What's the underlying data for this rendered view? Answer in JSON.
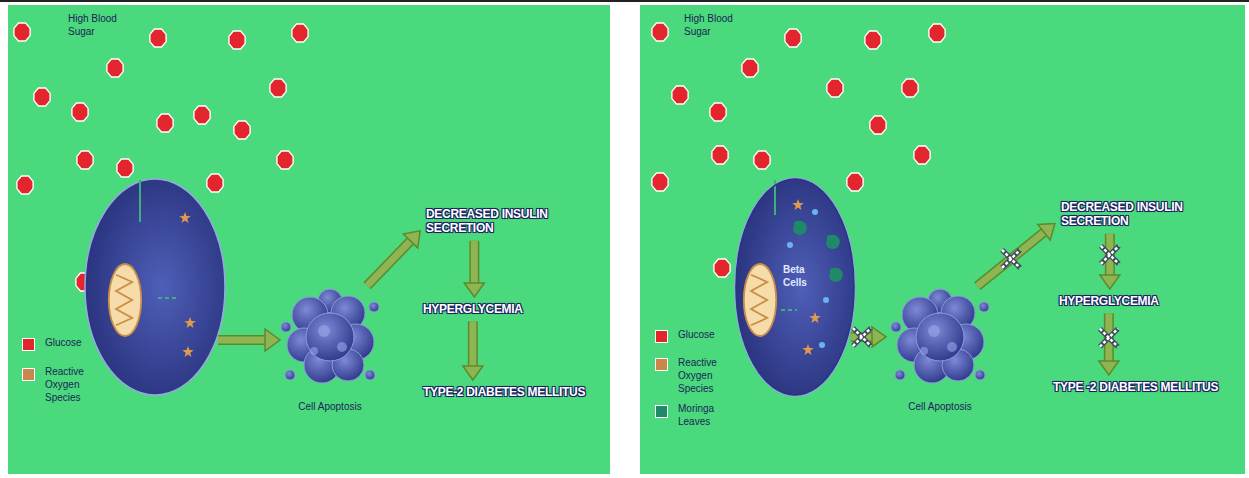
{
  "diagram": {
    "nodes": [
      {
        "text": [
          "Cell Apoptosis"
        ]
      },
      {
        "text": [
          "DECREASED INSULIN SECRETION"
        ]
      },
      {
        "text": [
          "HYPERGLYCEMIA"
        ]
      },
      {
        "text": [
          "TYPE-2 DIABETES MELLITUS"
        ]
      },
      {
        "text": [
          "Beta Cells"
        ]
      },
      {
        "text": [
          "Cell Apoptosis"
        ]
      },
      {
        "text": [
          "DECREASED INSULIN SECRETION"
        ]
      },
      {
        "text": [
          "HYPERGLYCEMIA"
        ]
      },
      {
        "text": [
          "TYPE -2 DIABETES MELLITUS"
        ]
      }
    ],
    "edges": [
      {
        "from": 0,
        "to": 1,
        "arrow": "to"
      },
      {
        "from": 1,
        "to": 2,
        "arrow": "to"
      },
      {
        "from": 2,
        "to": 3,
        "arrow": "to"
      },
      {
        "from": 4,
        "to": 5,
        "arrow": "to"
      },
      {
        "from": 5,
        "to": 6,
        "arrow": "to"
      },
      {
        "from": 6,
        "to": 7,
        "arrow": "to"
      },
      {
        "from": 7,
        "to": 8,
        "arrow": "to"
      }
    ],
    "labels": [
      "High Blood Sugar",
      "High Blood Sugar"
    ],
    "legend": [
      {
        "text": "Glucose",
        "color": "#e3262e"
      },
      {
        "text": "Reactive Oxygen Species",
        "color": "#c9874c"
      },
      {
        "text": "Glucose",
        "color": "#e3262e"
      },
      {
        "text": "Reactive Oxygen Species",
        "color": "#c9874c"
      },
      {
        "text": "Moringa Leaves",
        "color": "#1f8a68"
      }
    ]
  }
}
